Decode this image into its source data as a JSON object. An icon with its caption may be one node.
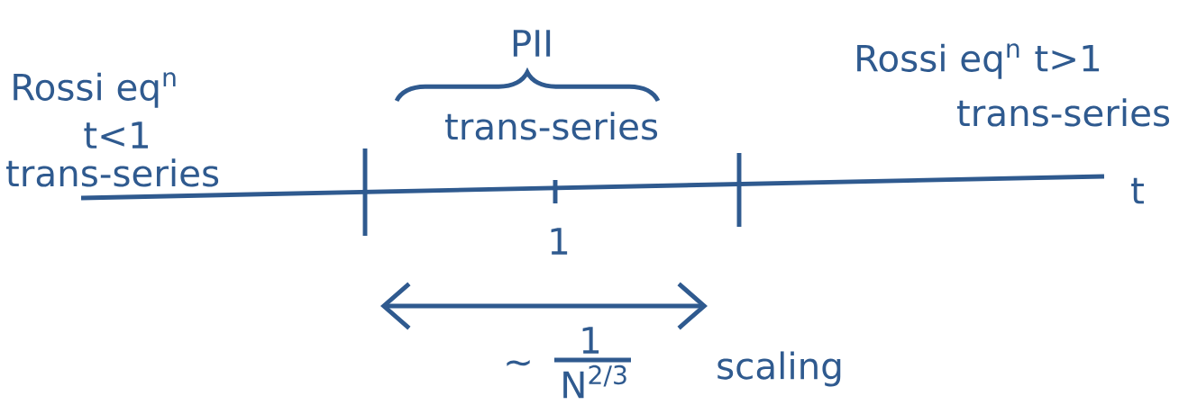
{
  "diagram": {
    "labels": [
      "PII",
      "Rossi eq$^{n}$",
      "Rossi eq$^{n}$ t>1",
      "t<1",
      "trans-series",
      "trans-series",
      "trans-series",
      "t",
      "1",
      "∼",
      "1",
      "N$^{2/3}$",
      "scaling"
    ]
  }
}
